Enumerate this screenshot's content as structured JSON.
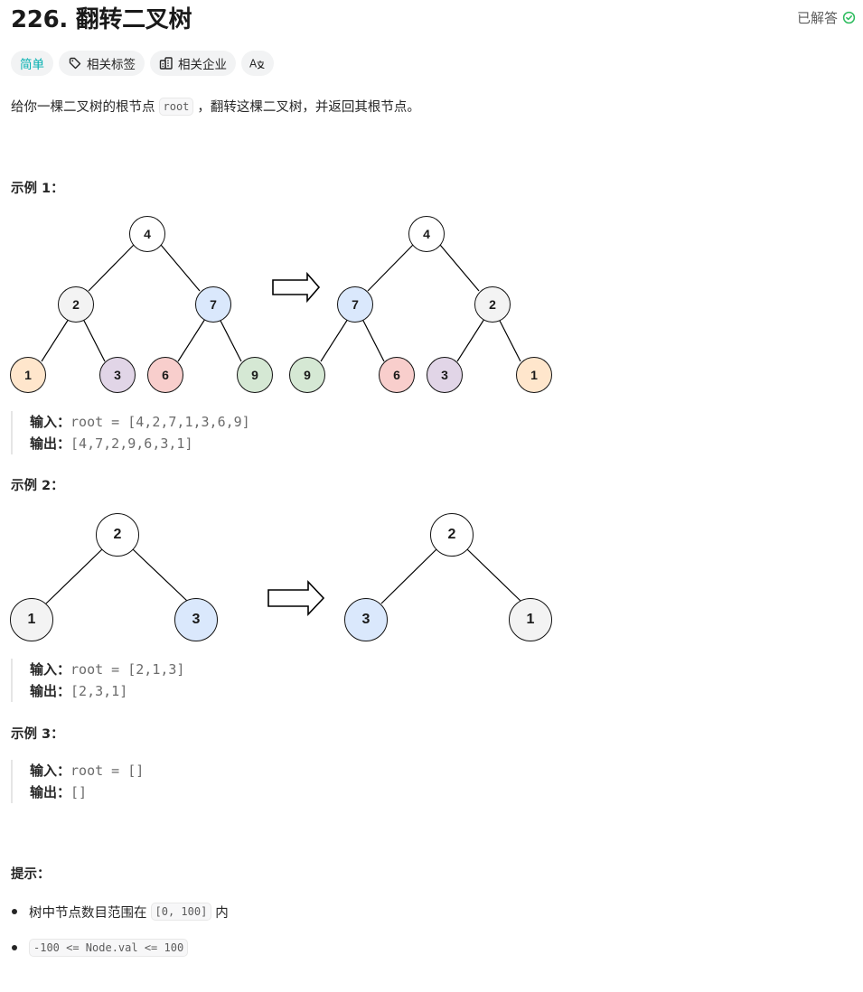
{
  "header": {
    "title": "226. 翻转二叉树",
    "status_label": "已解答",
    "status_color": "#2cbb5d"
  },
  "tags": {
    "difficulty": "简单",
    "difficulty_color": "#00afaf",
    "related_tags": "相关标签",
    "related_companies": "相关企业",
    "translate_icon_label": "A文"
  },
  "description": {
    "part1": "给你一棵二叉树的根节点",
    "code": "root",
    "part2": "，翻转这棵二叉树，并返回其根节点。"
  },
  "examples": [
    {
      "heading": "示例 1：",
      "input_label": "输入：",
      "input_value": "root = [4,2,7,1,3,6,9]",
      "output_label": "输出：",
      "output_value": "[4,7,2,9,6,3,1]",
      "before_tree": [
        {
          "val": "4",
          "color": "#ffffff"
        },
        {
          "val": "2",
          "color": "#f3f3f3"
        },
        {
          "val": "7",
          "color": "#dae8fc"
        },
        {
          "val": "1",
          "color": "#ffe6cc"
        },
        {
          "val": "3",
          "color": "#e1d5e7"
        },
        {
          "val": "6",
          "color": "#f8cecc"
        },
        {
          "val": "9",
          "color": "#d5e8d4"
        }
      ],
      "after_tree": [
        {
          "val": "4",
          "color": "#ffffff"
        },
        {
          "val": "7",
          "color": "#dae8fc"
        },
        {
          "val": "2",
          "color": "#f3f3f3"
        },
        {
          "val": "9",
          "color": "#d5e8d4"
        },
        {
          "val": "6",
          "color": "#f8cecc"
        },
        {
          "val": "3",
          "color": "#e1d5e7"
        },
        {
          "val": "1",
          "color": "#ffe6cc"
        }
      ]
    },
    {
      "heading": "示例 2：",
      "input_label": "输入：",
      "input_value": "root = [2,1,3]",
      "output_label": "输出：",
      "output_value": "[2,3,1]",
      "before_tree": [
        {
          "val": "2",
          "color": "#ffffff"
        },
        {
          "val": "1",
          "color": "#f3f3f3"
        },
        {
          "val": "3",
          "color": "#dae8fc"
        }
      ],
      "after_tree": [
        {
          "val": "2",
          "color": "#ffffff"
        },
        {
          "val": "3",
          "color": "#dae8fc"
        },
        {
          "val": "1",
          "color": "#f3f3f3"
        }
      ]
    },
    {
      "heading": "示例 3：",
      "input_label": "输入：",
      "input_value": "root = []",
      "output_label": "输出：",
      "output_value": "[]"
    }
  ],
  "constraints": {
    "heading": "提示：",
    "items": [
      {
        "text": "树中节点数目范围在",
        "code": "[0, 100]",
        "suffix": "内"
      },
      {
        "text": "",
        "code": "-100 <= Node.val <= 100",
        "suffix": ""
      }
    ]
  }
}
